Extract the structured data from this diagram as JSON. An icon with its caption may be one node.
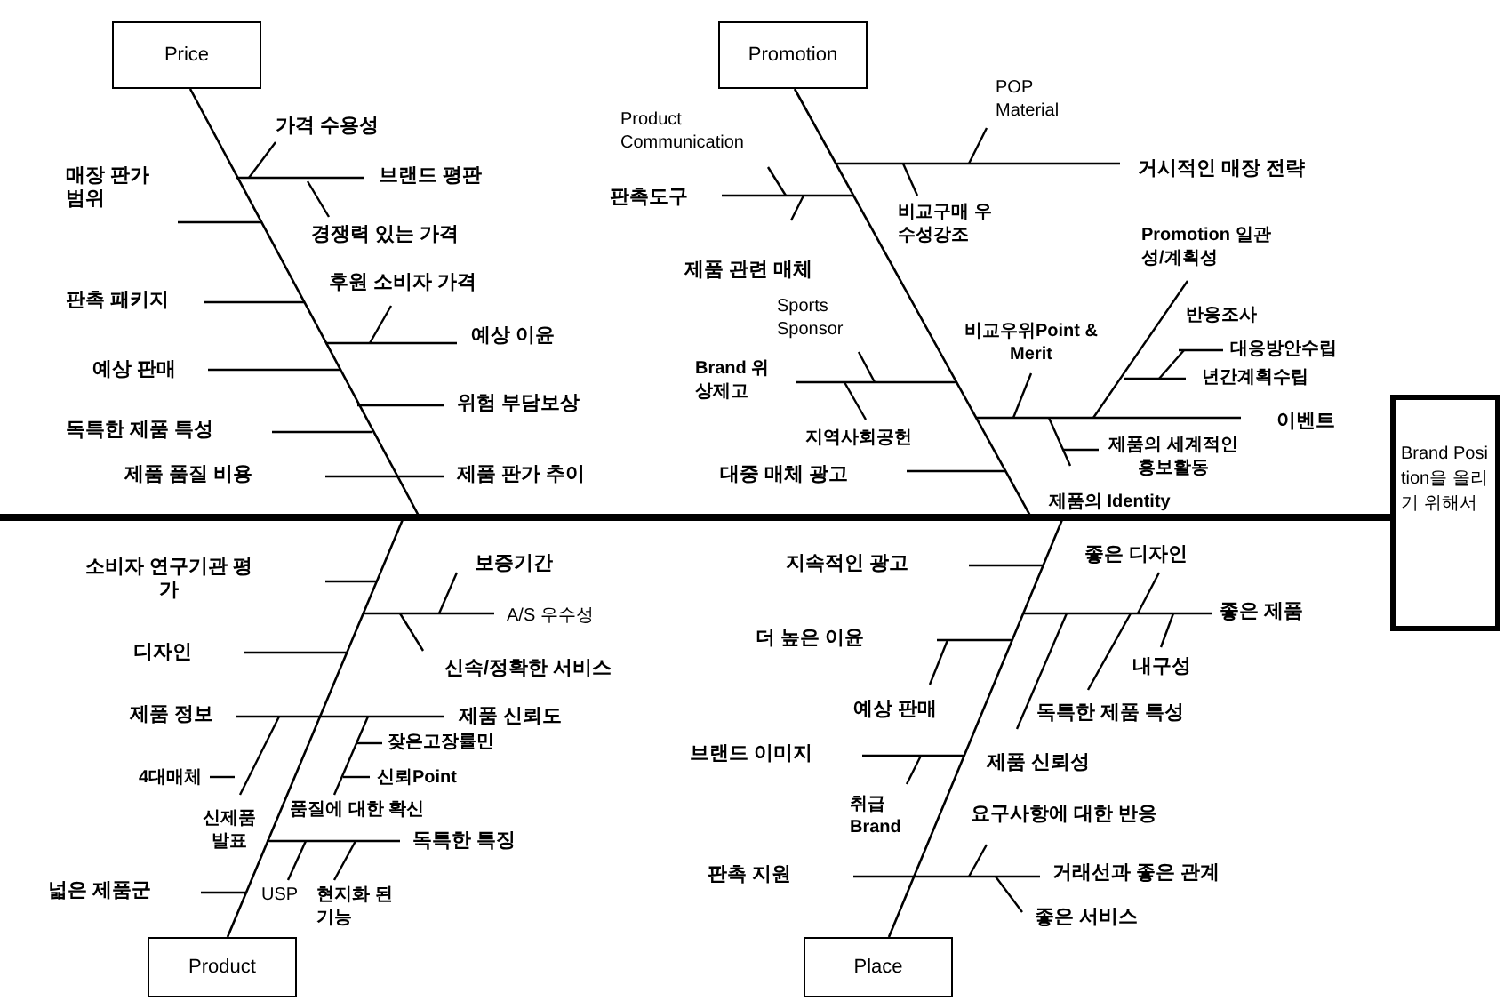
{
  "diagram": {
    "nodes": [
      {
        "text": [
          "Price"
        ]
      },
      {
        "text": [
          "Promotion"
        ]
      },
      {
        "text": [
          "Product"
        ]
      },
      {
        "text": [
          "Place"
        ]
      },
      {
        "text": [
          "Brand Position을 올리기 위해서"
        ]
      }
    ],
    "edges": [
      {
        "from": 0,
        "to": 4,
        "arrow": "none"
      },
      {
        "from": 1,
        "to": 4,
        "arrow": "none"
      },
      {
        "from": 2,
        "to": 4,
        "arrow": "none"
      },
      {
        "from": 3,
        "to": 4,
        "arrow": "none"
      }
    ],
    "labels": [
      "가격 수용성",
      "매장 판가 범위",
      "브랜드 평판",
      "경쟁력 있는 가격",
      "판촉 패키지",
      "후원 소비자 가격",
      "예상 이윤",
      "예상 판매",
      "위험 부담보상",
      "독특한 제품 특성",
      "제품 품질 비용",
      "제품 판가 추이",
      "Product Communication",
      "POP Material",
      "판촉도구",
      "거시적인 매장 전략",
      "비교구매 우수성강조",
      "Promotion 일관성/계획성",
      "제품 관련 매체",
      "Sports Sponsor",
      "반응조사",
      "비교우위Point & Merit",
      "대응방안수립",
      "Brand 위상제고",
      "년간계획수립",
      "이벤트",
      "지역사회공헌",
      "제품의 세계적인 홍보활동",
      "대중 매체 광고",
      "제품의 Identity",
      "소비자 연구기관 평가",
      "보증기간",
      "A/S 우수성",
      "디자인",
      "신속/정확한 서비스",
      "제품 정보",
      "제품 신뢰도",
      "잦은고장률민",
      "4대매체",
      "신뢰Point",
      "품질에 대한 확신",
      "신제품 발표",
      "독특한 특징",
      "넓은 제품군",
      "USP",
      "현지화 된 기능",
      "좋은 디자인",
      "지속적인 광고",
      "좋은 제품",
      "더 높은 이윤",
      "내구성",
      "예상 판매",
      "독특한 제품 특성",
      "브랜드 이미지",
      "제품 신뢰성",
      "취급 Brand",
      "요구사항에 대한 반응",
      "판촉 지원",
      "거래선과 좋은 관계",
      "좋은 서비스"
    ]
  }
}
